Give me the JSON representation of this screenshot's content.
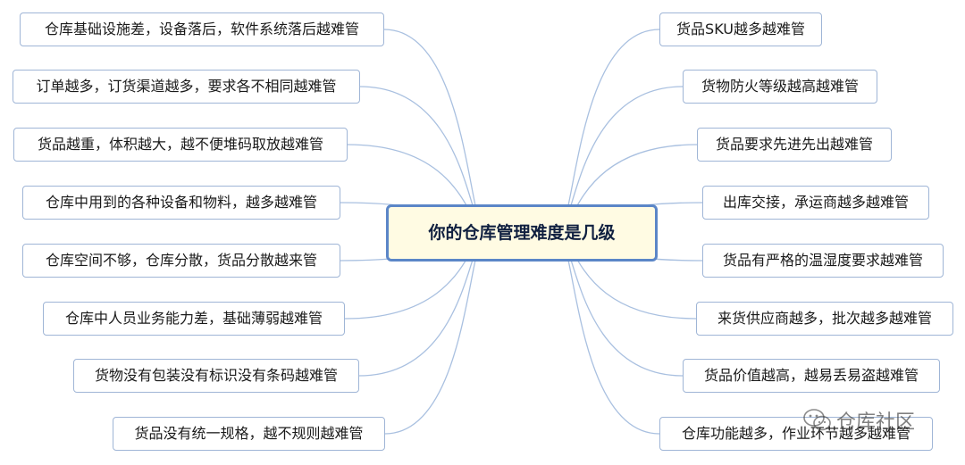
{
  "center": {
    "label": "你的仓库管理难度是几级"
  },
  "left_nodes": [
    {
      "label": "仓库基础设施差，设备落后，软件系统落后越难管"
    },
    {
      "label": "订单越多，订货渠道越多，要求各不相同越难管"
    },
    {
      "label": "货品越重，体积越大，越不便堆码取放越难管"
    },
    {
      "label": "仓库中用到的各种设备和物料，越多越难管"
    },
    {
      "label": "仓库空间不够，仓库分散，货品分散越来管"
    },
    {
      "label": "仓库中人员业务能力差，基础薄弱越难管"
    },
    {
      "label": "货物没有包装没有标识没有条码越难管"
    },
    {
      "label": "货品没有统一规格，越不规则越难管"
    }
  ],
  "right_nodes": [
    {
      "label": "货品SKU越多越难管"
    },
    {
      "label": "货物防火等级越高越难管"
    },
    {
      "label": "货品要求先进先出越难管"
    },
    {
      "label": "出库交接，承运商越多越难管"
    },
    {
      "label": "货品有严格的温湿度要求越难管"
    },
    {
      "label": "来货供应商越多，批次越多越难管"
    },
    {
      "label": "货品价值越高，越易丢易盗越难管"
    },
    {
      "label": "仓库功能越多，作业环节越多越难管"
    }
  ],
  "watermark": {
    "text": "仓库社区"
  },
  "colors": {
    "link": "#a9c0e0",
    "node_border": "#9fb5d6",
    "center_border": "#5b86c7",
    "center_fill": "#fffbe3"
  }
}
